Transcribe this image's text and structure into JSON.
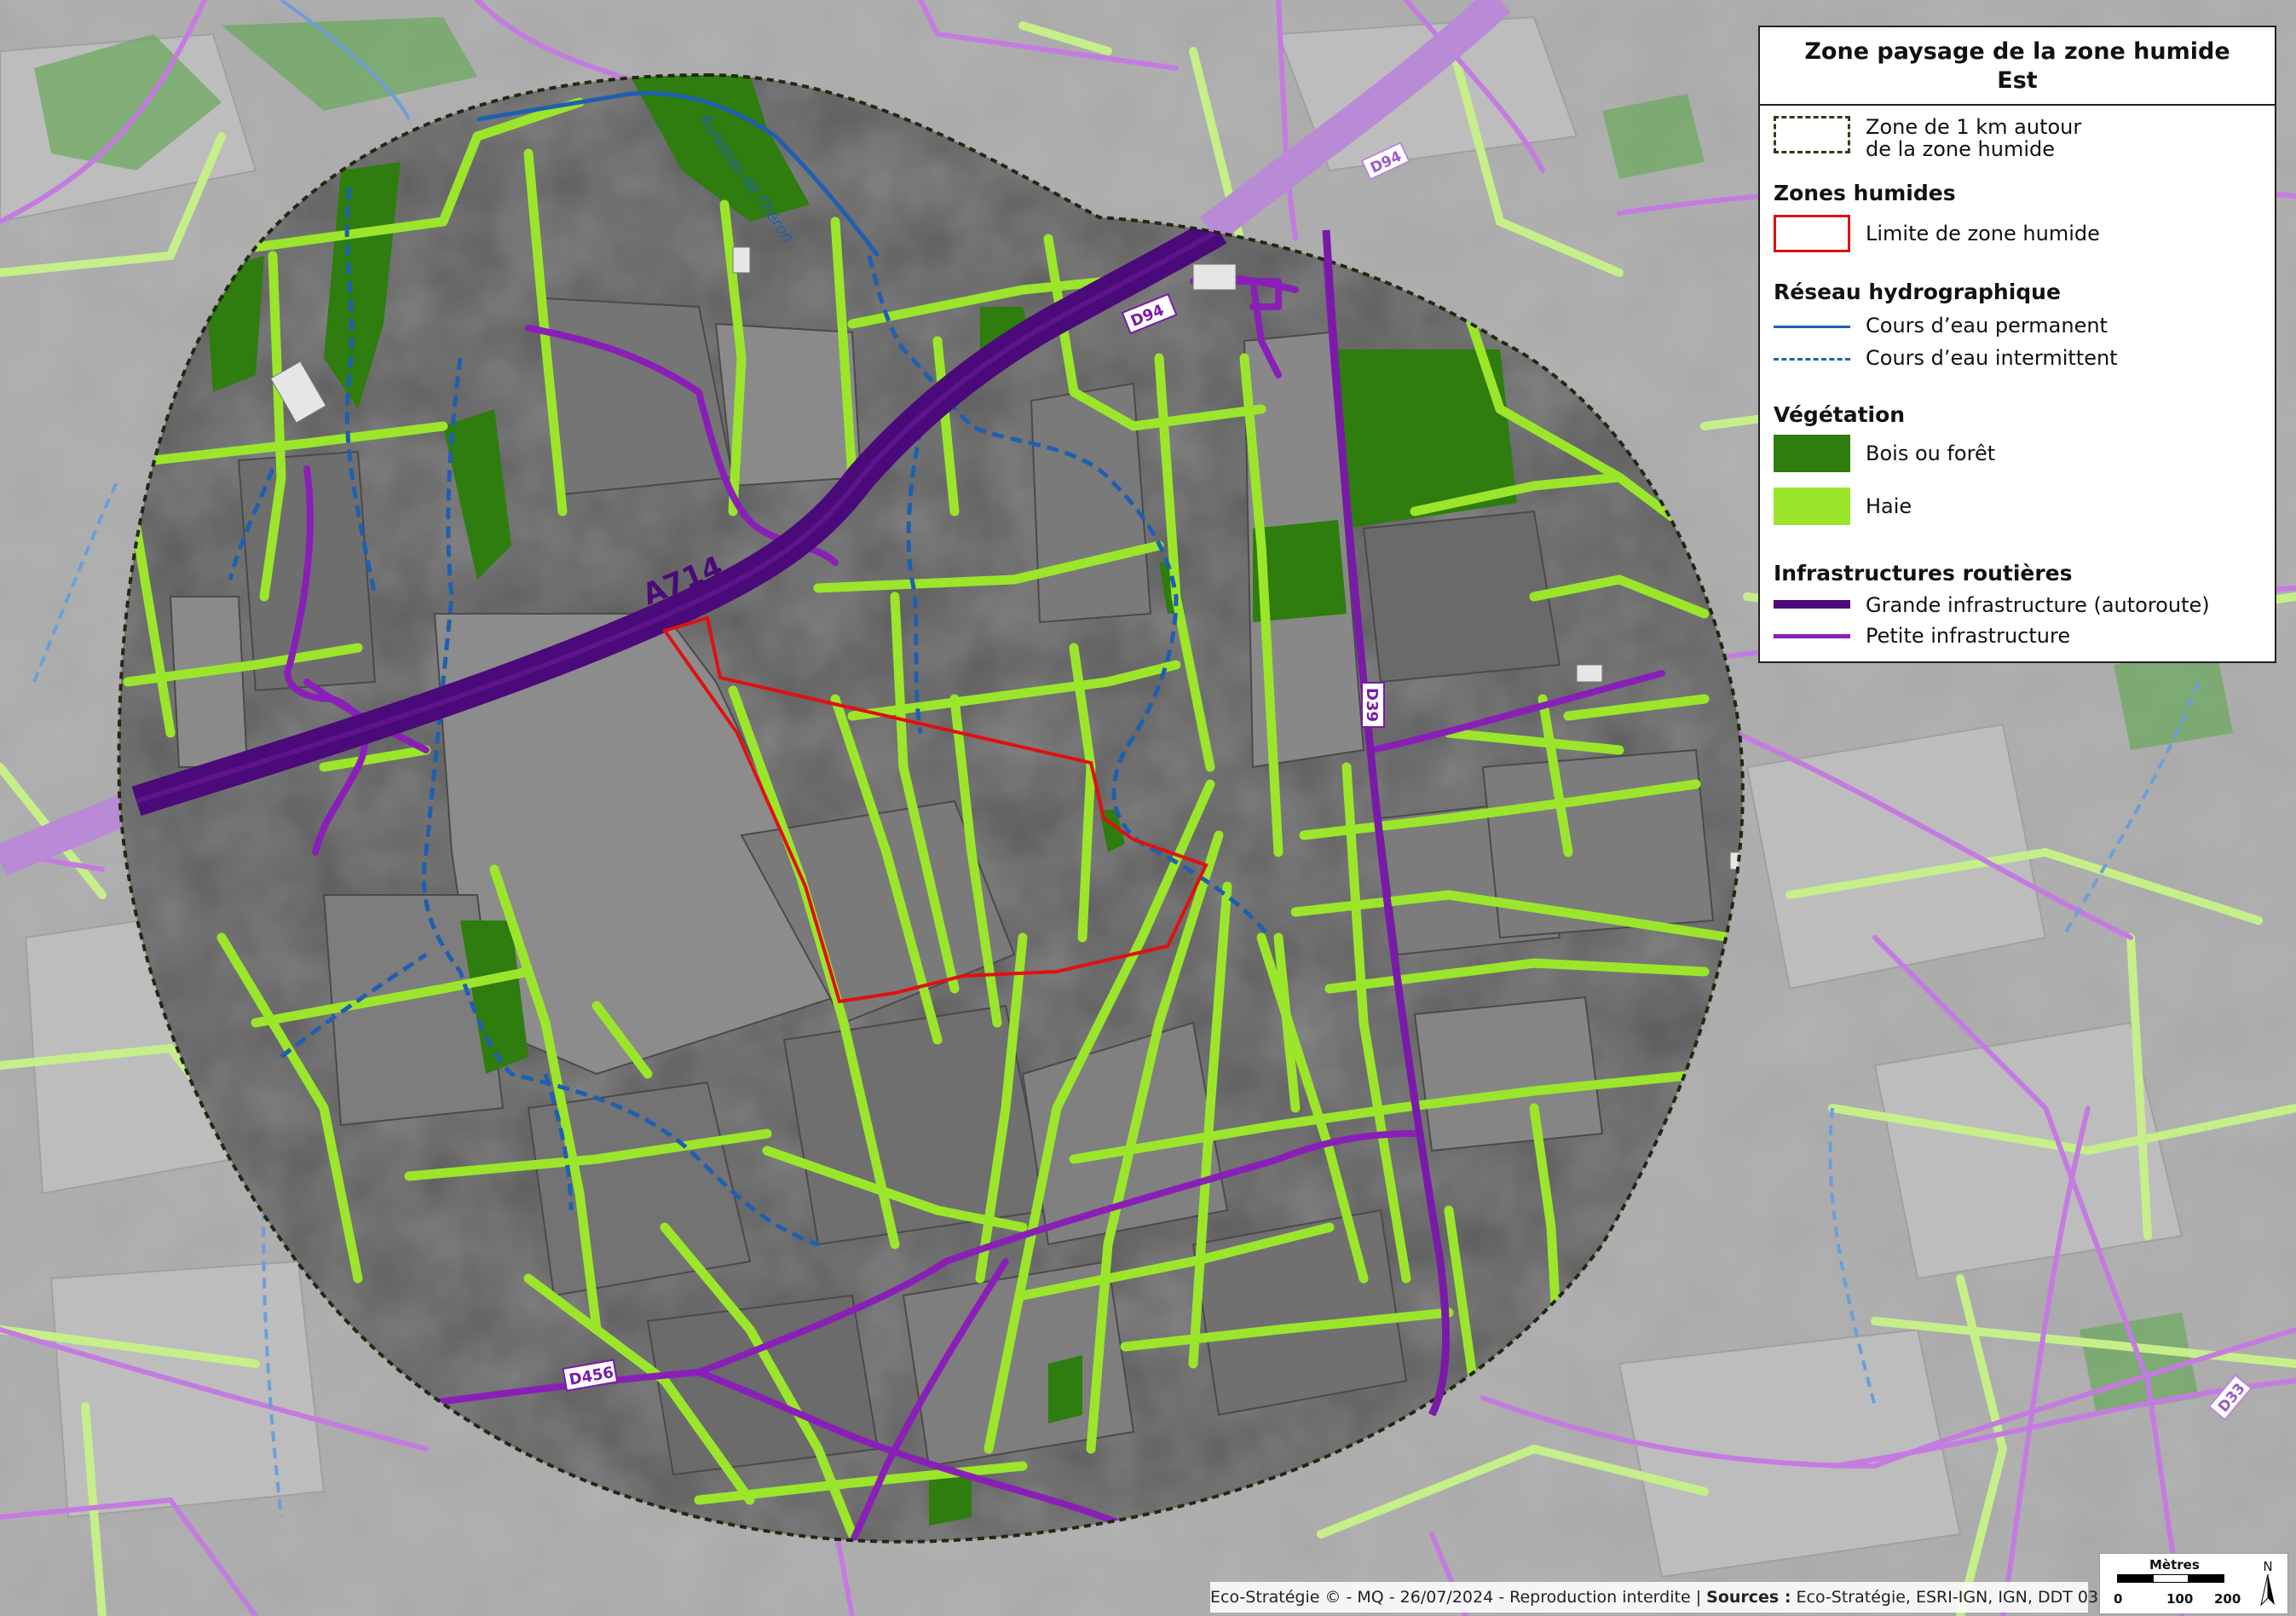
{
  "map": {
    "colors": {
      "background": "#9a9a9a",
      "zone_fill": "#3a3a3a",
      "zone_border": "#2f3b1a",
      "wetland_limit": "#e01010",
      "forest": "#2e7d0e",
      "hedge": "#9be62b",
      "motorway": "#4b0a7a",
      "minor_road": "#8a1fb8",
      "minor_road_outside": "#c47be0",
      "stream": "#1f5fb0"
    },
    "road_labels": [
      "A714",
      "D94",
      "D94",
      "D39",
      "D456",
      "D33"
    ],
    "stream_label": "Ruisseau de Théron"
  },
  "legend": {
    "title_line1": "Zone paysage de la zone humide",
    "title_line2": "Est",
    "buffer_label_line1": "Zone de 1 km autour",
    "buffer_label_line2": "de la zone humide",
    "sections": {
      "wetlands": "Zones humides",
      "hydro": "Réseau hydrographique",
      "vegetation": "Végétation",
      "roads": "Infrastructures routières"
    },
    "items": {
      "wetland_limit": "Limite de zone humide",
      "permanent_stream": "Cours d’eau permanent",
      "intermittent_stream": "Cours d’eau intermittent",
      "forest": "Bois ou forêt",
      "hedge": "Haie",
      "motorway": "Grande infrastructure (autoroute)",
      "minor_road": "Petite infrastructure"
    }
  },
  "credits": {
    "text": "Eco-Stratégie © - MQ - 26/07/2024 - Reproduction interdite",
    "sources_label": "Sources :",
    "sources_value": "Eco-Stratégie, ESRI-IGN, IGN, DDT 03"
  },
  "scale_bar": {
    "unit": "Mètres",
    "ticks": [
      "0",
      "100",
      "200"
    ]
  },
  "north_arrow": {
    "letter": "N"
  }
}
